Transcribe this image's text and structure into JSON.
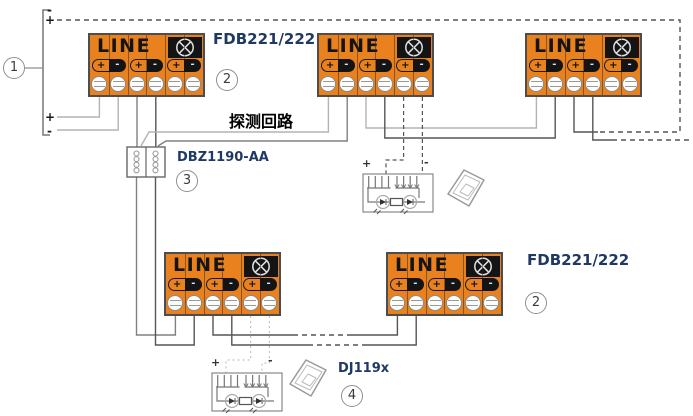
{
  "block": {
    "title": "LINE",
    "plus": "+",
    "minus": "-"
  },
  "labels": {
    "fdb_top": "FDB221/222",
    "detection_loop": "探测回路",
    "dbz": "DBZ1190-AA",
    "fdb_bottom": "FDB221/222",
    "dj": "DJ119x"
  },
  "callouts": [
    "1",
    "2",
    "3",
    "2",
    "4"
  ],
  "panel_terminals": {
    "top_minus": "-",
    "top_plus": "+",
    "bottom_plus": "+",
    "bottom_minus": "-"
  },
  "device_terminals": {
    "plus": "+",
    "minus": "-"
  },
  "colors": {
    "block_fill": "#e8811e",
    "block_border": "#4d4d4d",
    "label_blue": "#1f3864",
    "wire_light": "#b3b3b3",
    "wire_mid": "#808080",
    "wire_dark": "#555555",
    "lamp_black": "#141414"
  }
}
